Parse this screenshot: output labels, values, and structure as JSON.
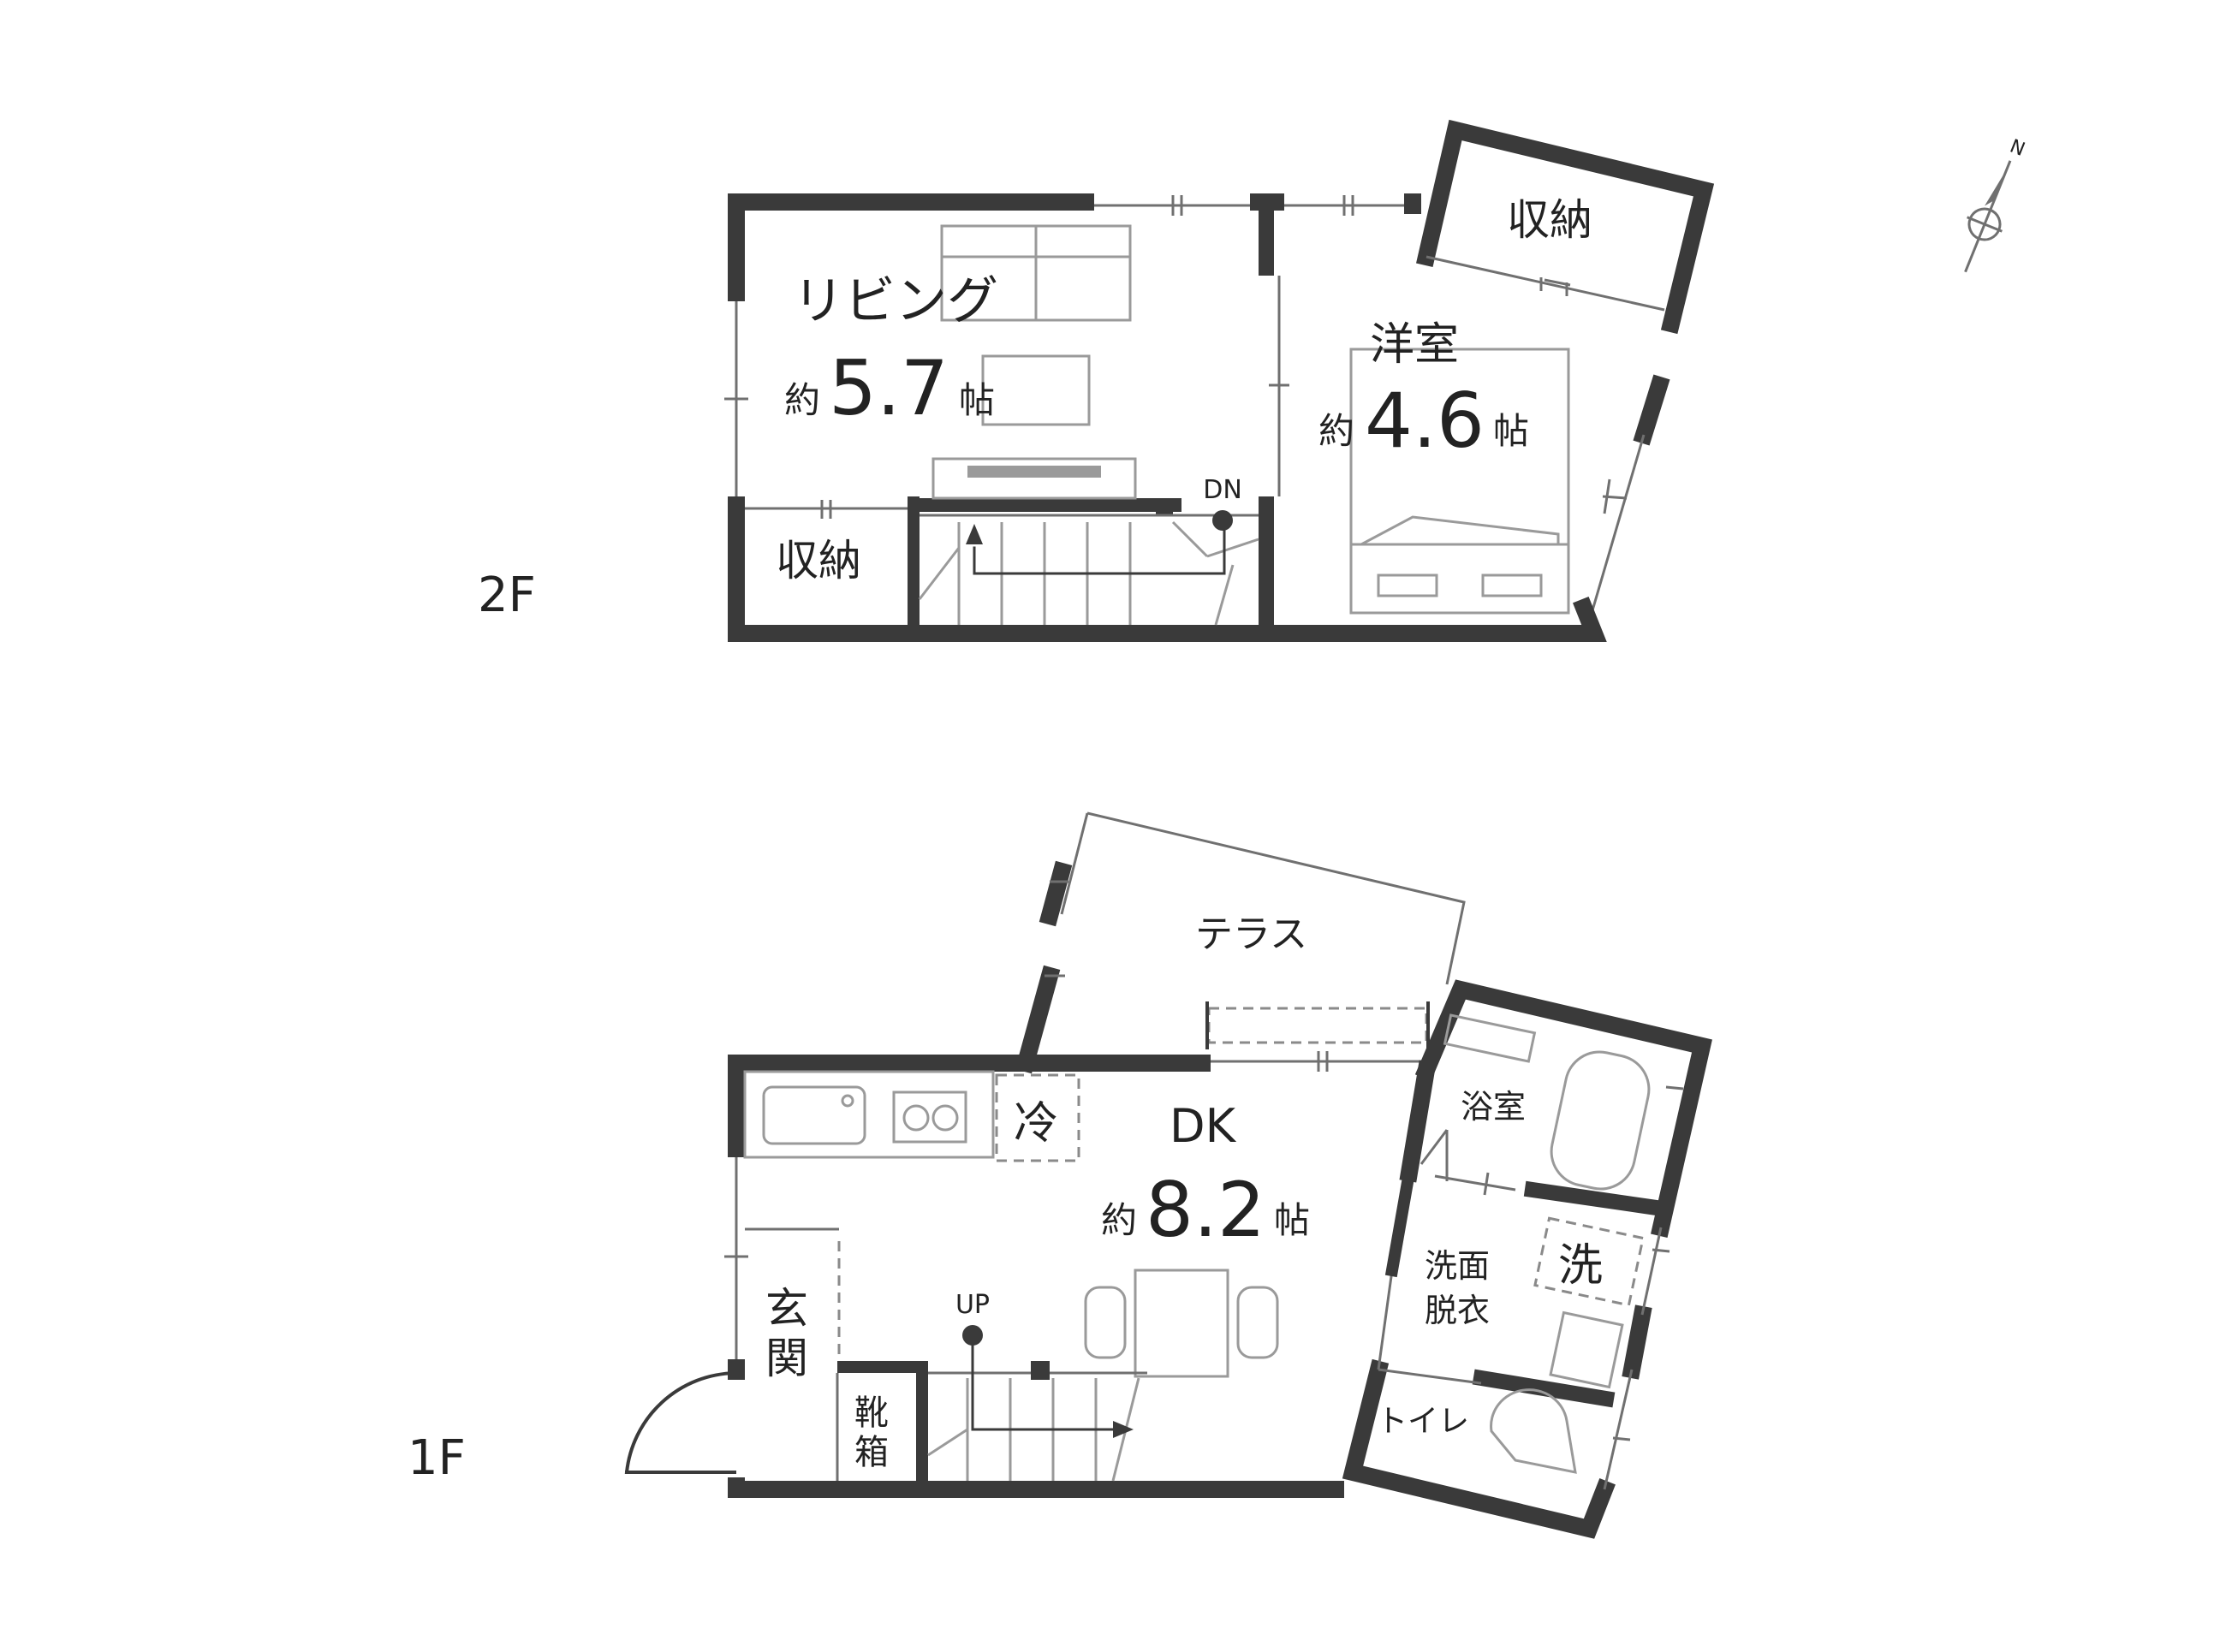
{
  "floors": {
    "upper": {
      "label": "2F"
    },
    "lower": {
      "label": "1F"
    }
  },
  "rooms": {
    "living": {
      "name": "リビング",
      "prefix": "約",
      "size": "5.7",
      "unit": "帖"
    },
    "western": {
      "name": "洋室",
      "prefix": "約",
      "size": "4.6",
      "unit": "帖"
    },
    "storage_2f_right": {
      "name": "収納"
    },
    "storage_2f_left": {
      "name": "収納"
    },
    "dk": {
      "name": "DK",
      "prefix": "約",
      "size": "8.2",
      "unit": "帖"
    },
    "terrace": {
      "name": "テラス"
    },
    "bath": {
      "name": "浴室"
    },
    "washroom": {
      "line1": "洗面",
      "line2": "脱衣"
    },
    "toilet": {
      "name": "トイレ"
    },
    "entrance": {
      "line1": "玄",
      "line2": "関"
    },
    "shoebox": {
      "line1": "靴",
      "line2": "箱"
    }
  },
  "fixtures": {
    "fridge": "冷",
    "washer": "洗"
  },
  "stairs": {
    "down": "DN",
    "up": "UP"
  },
  "compass": {
    "north": "N"
  }
}
